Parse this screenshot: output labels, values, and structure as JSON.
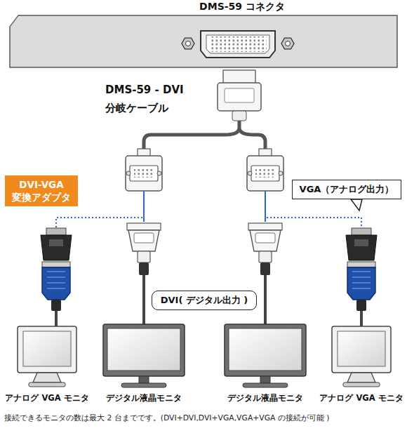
{
  "diagram": {
    "caption": "接続できるモニタの数は最大 2 台までです。(DVI+DVI,DVI+VGA,VGA+VGA の接続が可能 )",
    "nodes": [
      {
        "text": [
          "DVI-VGA 変換アダプタ"
        ]
      },
      {
        "text": [
          "VGA（アナログ出力）"
        ]
      },
      {
        "text": [
          "DVI( デジタル出力 )"
        ]
      }
    ],
    "labels": [
      "DMS-59 コネクタ",
      "DMS-59 - DVI 分岐ケーブル",
      "アナログ VGA モニタ",
      "デジタル液晶モニタ",
      "デジタル液晶モニタ",
      "アナログ VGA モニタ"
    ]
  }
}
